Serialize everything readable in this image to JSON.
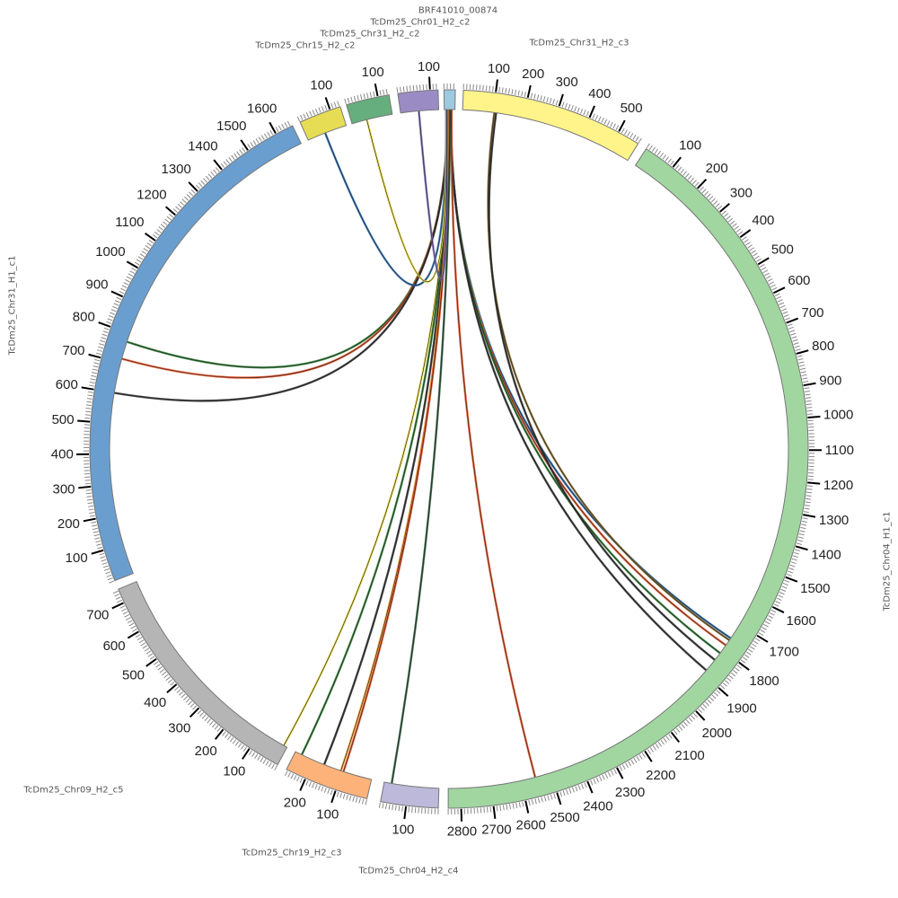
{
  "chart_data": {
    "type": "circos",
    "title": "",
    "tick_interval_major": 100,
    "tick_interval_minor": 10,
    "segments": [
      {
        "id": "brf",
        "name": "BRF41010_00874",
        "length": 35,
        "color": "#9ecae1"
      },
      {
        "id": "chr31c3",
        "name": "TcDm25_Chr31_H2_c3",
        "length": 570,
        "color": "#fff48a"
      },
      {
        "id": "chr04c1",
        "name": "TcDm25_Chr04_H1_c1",
        "length": 2840,
        "color": "#a1d6a1"
      },
      {
        "id": "chr04c4",
        "name": "TcDm25_Chr04_H2_c4",
        "length": 180,
        "color": "#bcb9da"
      },
      {
        "id": "chr19c3",
        "name": "TcDm25_Chr19_H2_c3",
        "length": 265,
        "color": "#fdb27a"
      },
      {
        "id": "chr09c5",
        "name": "TcDm25_Chr09_H2_c5",
        "length": 745,
        "color": "#b5b5b5"
      },
      {
        "id": "chr31c1",
        "name": "TcDm25_Chr31_H1_c1",
        "length": 1657,
        "color": "#6a9ecf"
      },
      {
        "id": "chr15c2",
        "name": "TcDm25_Chr15_H2_c2",
        "length": 133,
        "color": "#e6dd55"
      },
      {
        "id": "chr31c2",
        "name": "TcDm25_Chr31_H2_c2",
        "length": 135,
        "color": "#66ae7e"
      },
      {
        "id": "chr01c2",
        "name": "TcDm25_Chr01_H2_c2",
        "length": 125,
        "color": "#9b8bc4"
      }
    ],
    "links": [
      {
        "from": "brf",
        "pos": 10,
        "to": "chr31c1",
        "pos2": 772,
        "color": "#2e7d32"
      },
      {
        "from": "brf",
        "pos": 11,
        "to": "chr31c1",
        "pos2": 714,
        "color": "#e8542a"
      },
      {
        "from": "brf",
        "pos": 12,
        "to": "chr31c1",
        "pos2": 600,
        "color": "#333333"
      },
      {
        "from": "brf",
        "pos": 20,
        "to": "chr04c1",
        "pos2": 1752,
        "color": "#2b6cb0"
      },
      {
        "from": "brf",
        "pos": 20,
        "to": "chr04c1",
        "pos2": 1780,
        "color": "#e8542a"
      },
      {
        "from": "brf",
        "pos": 21,
        "to": "chr04c1",
        "pos2": 1812,
        "color": "#2e7d32"
      },
      {
        "from": "brf",
        "pos": 22,
        "to": "chr04c1",
        "pos2": 1884,
        "color": "#333333"
      },
      {
        "from": "brf",
        "pos": 24,
        "to": "chr04c1",
        "pos2": 2553,
        "color": "#e8542a"
      },
      {
        "from": "brf",
        "pos": 14,
        "to": "chr09c5",
        "pos2": 12,
        "color": "#e6d84a"
      },
      {
        "from": "brf",
        "pos": 15,
        "to": "chr19c3",
        "pos2": 242,
        "color": "#2e7d32"
      },
      {
        "from": "brf",
        "pos": 16,
        "to": "chr19c3",
        "pos2": 162,
        "color": "#333333"
      },
      {
        "from": "brf",
        "pos": 17,
        "to": "chr19c3",
        "pos2": 104,
        "color": "#f0a030"
      },
      {
        "from": "brf",
        "pos": 18,
        "to": "chr19c3",
        "pos2": 95,
        "color": "#e8542a"
      },
      {
        "from": "brf",
        "pos": 19,
        "to": "chr04c4",
        "pos2": 155,
        "color": "#2e5d3a"
      },
      {
        "from": "chr31c3",
        "pos": 104,
        "to": "chr04c1",
        "pos2": 1760,
        "color": "#8a6d2b"
      },
      {
        "from": "chr31c3",
        "pos": 110,
        "to": "chr04c1",
        "pos2": 1840,
        "color": "#333333"
      },
      {
        "from": "chr15c2",
        "pos": 60,
        "to": "brf",
        "pos2": 6,
        "color": "#2b6cb0"
      },
      {
        "from": "chr31c2",
        "pos": 50,
        "to": "brf",
        "pos2": 7,
        "color": "#e6d84a"
      },
      {
        "from": "chr01c2",
        "pos": 60,
        "to": "brf",
        "pos2": 8,
        "color": "#7a68b5"
      }
    ]
  }
}
